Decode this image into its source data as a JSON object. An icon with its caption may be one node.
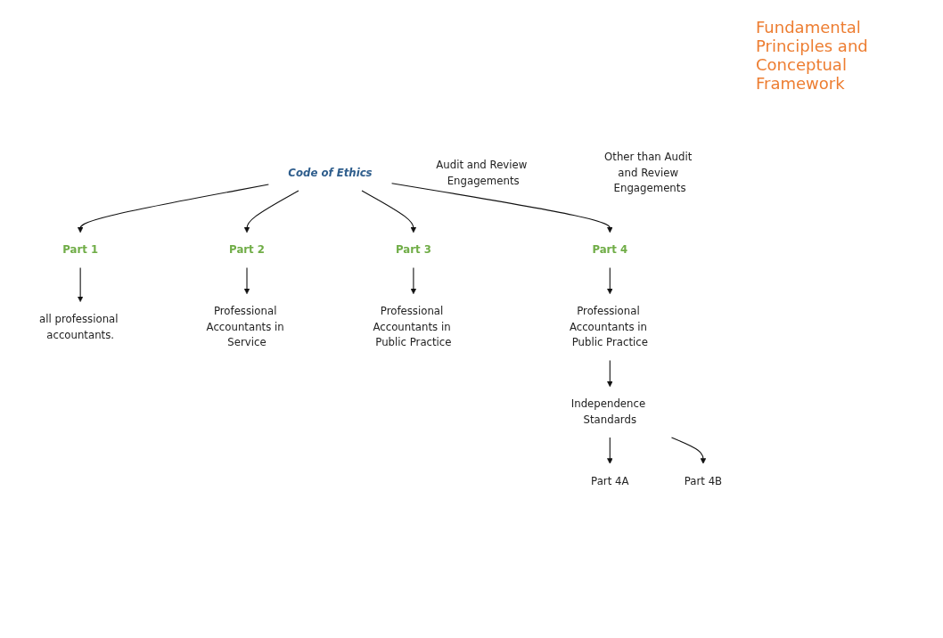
{
  "diagram": {
    "nodes": [
      {
        "text": [
          "Code of Ethics"
        ]
      },
      {
        "text": [
          "Part 1"
        ]
      },
      {
        "text": [
          "Part 2"
        ]
      },
      {
        "text": [
          "Part 3"
        ]
      },
      {
        "text": [
          "Part 4"
        ]
      },
      {
        "text": [
          "all professional accountants."
        ]
      },
      {
        "text": [
          "Professional Accountants in Service"
        ]
      },
      {
        "text": [
          "Professional Accountants in Public Practice"
        ]
      },
      {
        "text": [
          "Professional Accountants in Public Practice"
        ]
      },
      {
        "text": [
          "Independence Standards"
        ]
      },
      {
        "text": [
          "Part 4A"
        ]
      },
      {
        "text": [
          "Part 4B"
        ]
      },
      {
        "text": [
          "Audit and Review Engagements"
        ]
      },
      {
        "text": [
          "Other than Audit and Review Engagements"
        ]
      }
    ],
    "edges": [
      {
        "from": 0,
        "to": 1,
        "arrow": "to"
      },
      {
        "from": 0,
        "to": 2,
        "arrow": "to"
      },
      {
        "from": 0,
        "to": 3,
        "arrow": "to"
      },
      {
        "from": 0,
        "to": 4,
        "arrow": "to"
      },
      {
        "from": 1,
        "to": 5,
        "arrow": "to"
      },
      {
        "from": 2,
        "to": 6,
        "arrow": "to"
      },
      {
        "from": 3,
        "to": 7,
        "arrow": "to"
      },
      {
        "from": 4,
        "to": 8,
        "arrow": "to"
      },
      {
        "from": 8,
        "to": 9,
        "arrow": "to"
      },
      {
        "from": 9,
        "to": 10,
        "arrow": "to"
      },
      {
        "from": 9,
        "to": 11,
        "arrow": "to"
      }
    ],
    "labels": [
      "Fundamental Principles and Conceptual Framework"
    ]
  }
}
